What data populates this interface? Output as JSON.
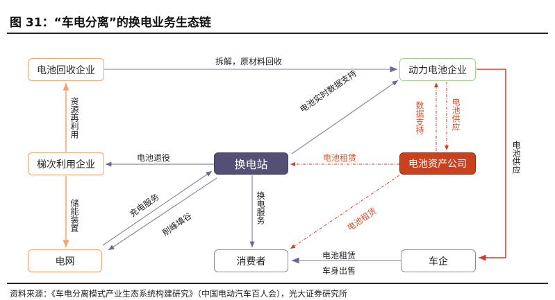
{
  "title": "图 31：“车电分离”的换电业务生态链",
  "nodes": {
    "recycler": "电池回收企业",
    "battery_maker": "动力电池企业",
    "cascade": "梯次利用企业",
    "station": "换电站",
    "asset_co": "电池资产公司",
    "grid": "电网",
    "consumer": "消费者",
    "automaker": "车企"
  },
  "edges": {
    "dismantle": "拆解，原材料回收",
    "reuse": "资源再利用",
    "retire": "电池退役",
    "realtime_data": "电池实时数据支持",
    "data_support": "数据支持",
    "supply_to_asset": "电池供应",
    "lease_to_station": "电池租赁",
    "supply_to_automaker": "电池供应",
    "storage": "储能装置",
    "charging": "充电服务",
    "peak_shaving": "削峰填谷",
    "swap_service": "换电服务",
    "lease_to_consumer": "电池租赁",
    "lease_bottom": "电池租赁",
    "body_sale": "车身出售"
  },
  "source": "资料来源：《车电分离模式产业生态系统构建研究》（中国电动汽车百人会），光大证券研究所",
  "colors": {
    "station": "#545075",
    "asset": "#c9421f",
    "orange": "#f4a26a",
    "green": "#9fd18a",
    "red": "#d93a2b",
    "line": "#8a86a8"
  }
}
